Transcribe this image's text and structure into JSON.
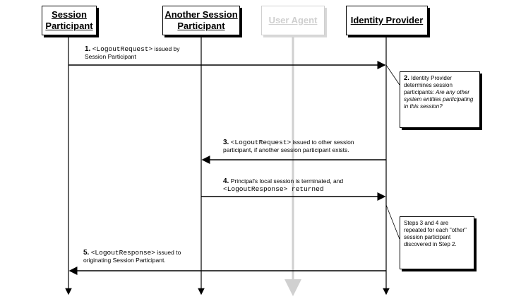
{
  "actors": {
    "session_participant": [
      "Session",
      "Participant"
    ],
    "another_participant": [
      "Another Session",
      "Participant"
    ],
    "user_agent": "User Agent",
    "identity_provider": "Identity Provider"
  },
  "messages": {
    "m1": {
      "num": "1.",
      "code": "<LogoutRequest>",
      "text1": " issued by",
      "text2": "Session Participant"
    },
    "m3": {
      "num": "3.",
      "code": "<LogoutRequest>",
      "text1": " issued to other session",
      "text2": "participant, if another session participant exists."
    },
    "m4": {
      "num": "4.",
      "text1": " Principal's local session is terminated, and",
      "code": "<LogoutResponse>",
      "text2": " returned"
    },
    "m5": {
      "num": "5.",
      "code": "<LogoutResponse>",
      "text1": " issued to",
      "text2": "originating Session Participant."
    }
  },
  "notes": {
    "n2": {
      "num": "2.",
      "line1": " Identity Provider",
      "line2": "determines session",
      "line3": "participants:",
      "italic": " Are any other system entities participating in this session?"
    },
    "n34": {
      "text": "Steps 3 and 4 are repeated for each \"other\" session participant discovered in Step 2."
    }
  },
  "colors": {
    "line": "#000000",
    "faded": "#d0d0d0"
  }
}
